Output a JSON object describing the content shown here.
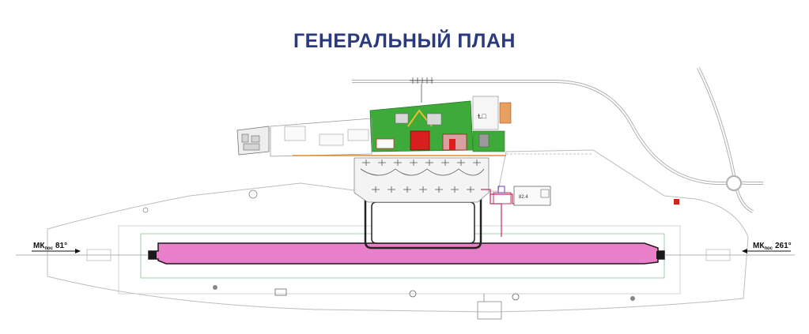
{
  "title": "ГЕНЕРАЛЬНЫЙ ПЛАН",
  "runway": {
    "heading_left": {
      "prefix": "МК",
      "sub": "пос",
      "value": "81°"
    },
    "heading_right": {
      "prefix": "МК",
      "sub": "пос",
      "value": "261°"
    }
  },
  "building_label": "82.4",
  "colors": {
    "title": "#2a3a7c",
    "runway_fill": "#e87fc8",
    "runway_edge": "#1a1a1a",
    "terminal_green": "#3eaa3a",
    "building_red": "#d81e1e",
    "outline": "#9a9a9a",
    "taxiway": "#222222",
    "power_line": "#c0306a"
  }
}
